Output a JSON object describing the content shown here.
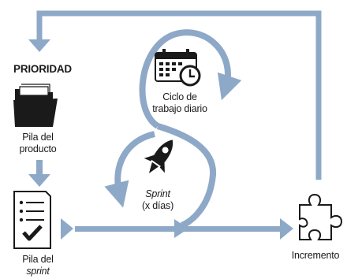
{
  "priority_label": "PRIORIDAD",
  "product_backlog": {
    "line1": "Pila del",
    "line2": "producto",
    "icon": "folder-icon"
  },
  "sprint_backlog": {
    "line1": "Pila del",
    "line2": "sprint",
    "icon": "checklist-icon"
  },
  "daily_cycle": {
    "line1": "Ciclo de",
    "line2": "trabajo diario",
    "icon": "calendar-clock-icon"
  },
  "sprint": {
    "line1": "Sprint",
    "line2": "(x días)",
    "icon": "rocket-icon"
  },
  "increment": {
    "label": "Incremento",
    "icon": "puzzle-piece-icon"
  },
  "colors": {
    "arrow": "#8ea8c8",
    "icon": "#1a1a1a"
  }
}
